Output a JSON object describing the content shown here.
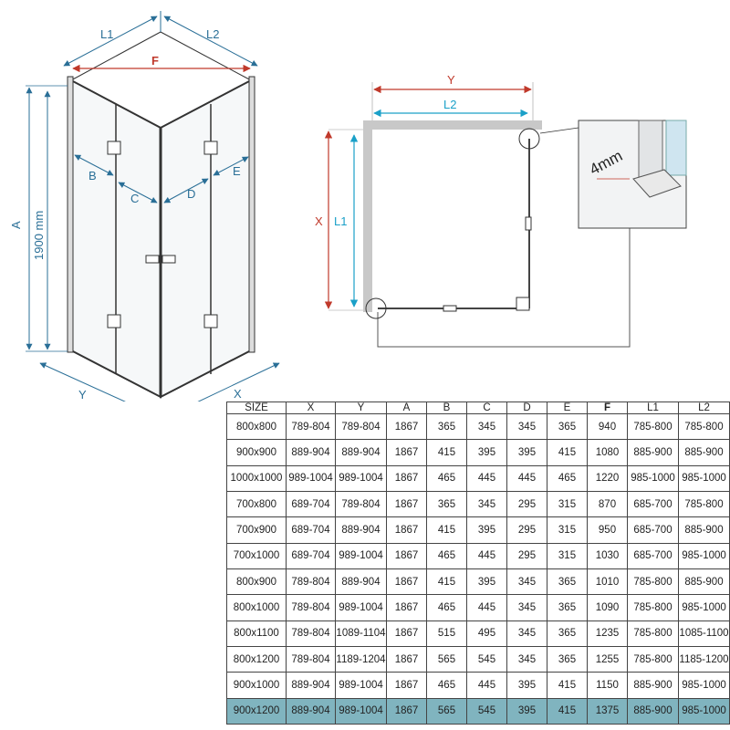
{
  "labels": {
    "L1": "L1",
    "L2": "L2",
    "F": "F",
    "A": "A",
    "height": "1900 mm",
    "B": "B",
    "C": "C",
    "D": "D",
    "E": "E",
    "X": "X",
    "Y": "Y",
    "gap": "4mm"
  },
  "table": {
    "headers": [
      "SIZE",
      "X",
      "Y",
      "A",
      "B",
      "C",
      "D",
      "E",
      "F",
      "L1",
      "L2"
    ],
    "rows": [
      [
        "800x800",
        "789-804",
        "789-804",
        "1867",
        "365",
        "345",
        "345",
        "365",
        "940",
        "785-800",
        "785-800"
      ],
      [
        "900x900",
        "889-904",
        "889-904",
        "1867",
        "415",
        "395",
        "395",
        "415",
        "1080",
        "885-900",
        "885-900"
      ],
      [
        "1000x1000",
        "989-1004",
        "989-1004",
        "1867",
        "465",
        "445",
        "445",
        "465",
        "1220",
        "985-1000",
        "985-1000"
      ],
      [
        "700x800",
        "689-704",
        "789-804",
        "1867",
        "365",
        "345",
        "295",
        "315",
        "870",
        "685-700",
        "785-800"
      ],
      [
        "700x900",
        "689-704",
        "889-904",
        "1867",
        "415",
        "395",
        "295",
        "315",
        "950",
        "685-700",
        "885-900"
      ],
      [
        "700x1000",
        "689-704",
        "989-1004",
        "1867",
        "465",
        "445",
        "295",
        "315",
        "1030",
        "685-700",
        "985-1000"
      ],
      [
        "800x900",
        "789-804",
        "889-904",
        "1867",
        "415",
        "395",
        "345",
        "365",
        "1010",
        "785-800",
        "885-900"
      ],
      [
        "800x1000",
        "789-804",
        "989-1004",
        "1867",
        "465",
        "445",
        "345",
        "365",
        "1090",
        "785-800",
        "985-1000"
      ],
      [
        "800x1100",
        "789-804",
        "1089-1104",
        "1867",
        "515",
        "495",
        "345",
        "365",
        "1235",
        "785-800",
        "1085-1100"
      ],
      [
        "800x1200",
        "789-804",
        "1189-1204",
        "1867",
        "565",
        "545",
        "345",
        "365",
        "1255",
        "785-800",
        "1185-1200"
      ],
      [
        "900x1000",
        "889-904",
        "989-1004",
        "1867",
        "465",
        "445",
        "395",
        "415",
        "1150",
        "885-900",
        "985-1000"
      ],
      [
        "900x1200",
        "889-904",
        "989-1004",
        "1867",
        "565",
        "545",
        "395",
        "415",
        "1375",
        "885-900",
        "985-1000"
      ]
    ],
    "highlight_row": 11,
    "highlight_color": "#80b4bf"
  },
  "colors": {
    "dimension": "#2a6f97",
    "F_dimension": "#c0392b",
    "Y_dimension": "#c0392b",
    "L2_plan": "#1aa0c8",
    "frame": "#555555"
  }
}
